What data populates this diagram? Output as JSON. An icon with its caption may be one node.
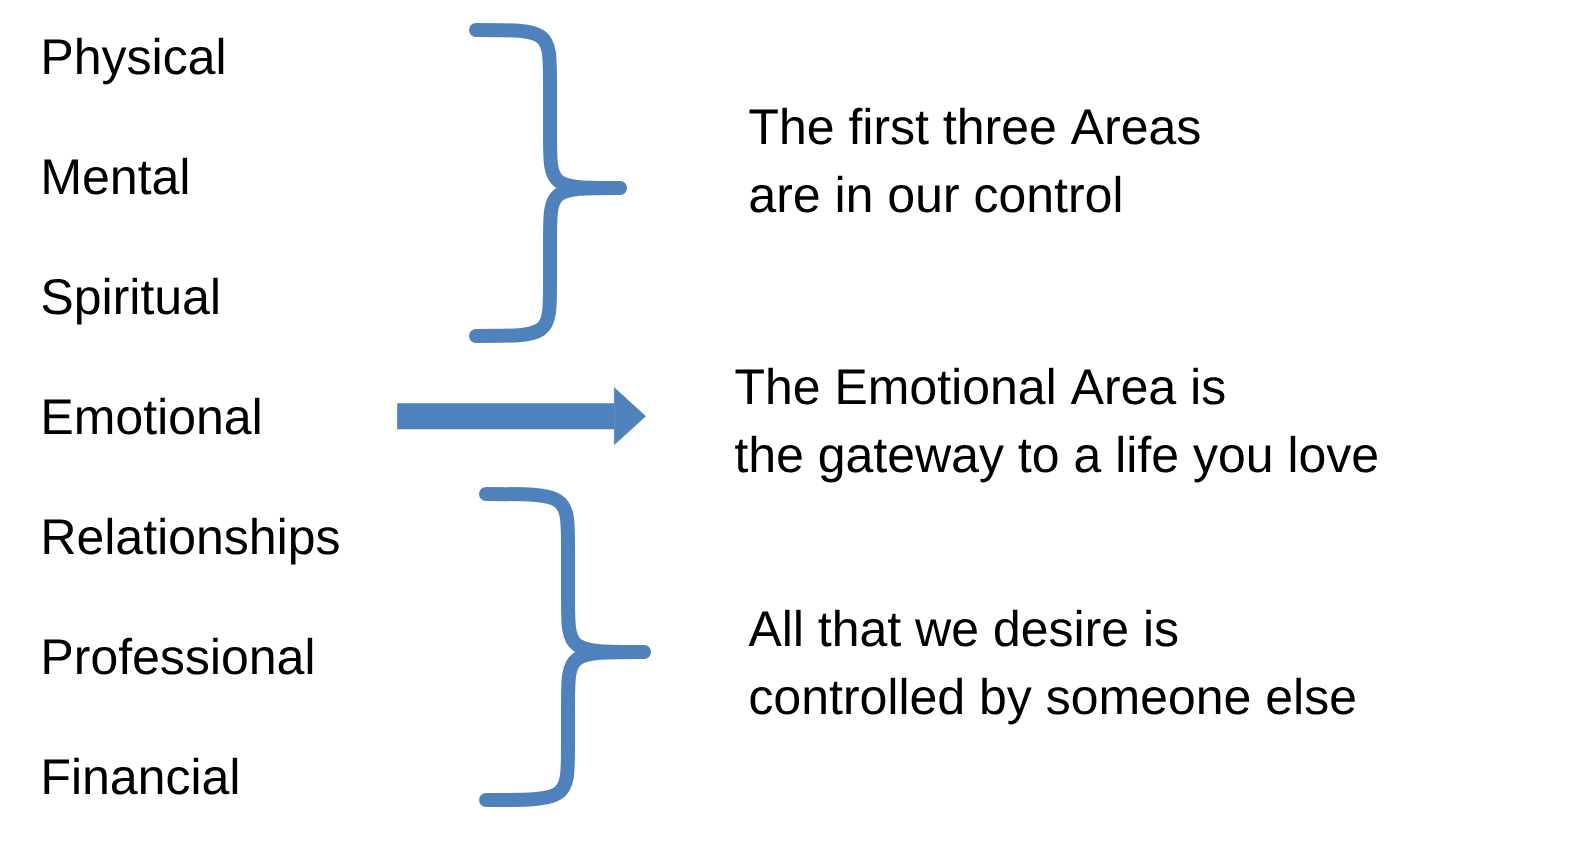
{
  "diagram": {
    "nodes": [
      {
        "text": [
          "Emotional"
        ]
      },
      {
        "text": [
          "The Emotional Area is the gateway to a life you love"
        ]
      }
    ],
    "edges": [
      {
        "from": 0,
        "to": 1,
        "arrow": "to"
      }
    ],
    "labels": [
      "Physical",
      "Mental",
      "Spiritual",
      "Relationships",
      "Professional",
      "Financial",
      "The first three Areas are in our control",
      "All that we desire is controlled by someone else"
    ]
  }
}
